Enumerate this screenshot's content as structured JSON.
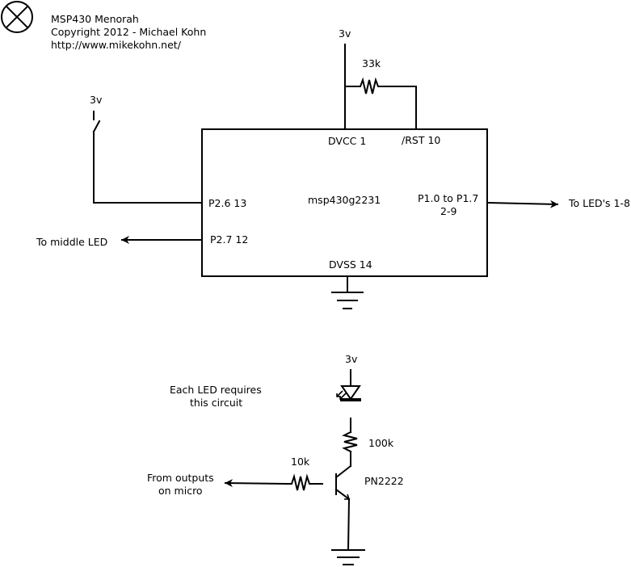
{
  "header": {
    "title": "MSP430 Menorah",
    "copyright": "Copyright 2012 - Michael Kohn",
    "url": "http://www.mikekohn.net/"
  },
  "icons": {
    "lamp": "lamp-symbol-icon",
    "ground": "ground-icon",
    "switch": "switch-icon",
    "led": "led-icon",
    "resistor": "resistor-icon",
    "transistor": "npn-transistor-icon"
  },
  "chip": {
    "name": "msp430g2231",
    "pins": {
      "dvcc": "DVCC 1",
      "rst": "/RST 10",
      "p26": "P2.6 13",
      "p27": "P2.7 12",
      "p1_line1": "P1.0 to P1.7",
      "p1_line2": "2-9",
      "dvss": "DVSS 14"
    }
  },
  "labels": {
    "supply_top": "3v",
    "resistor_pullup": "33k",
    "supply_switch": "3v",
    "to_leds": "To LED's 1-8",
    "to_middle": "To middle LED",
    "supply_led": "3v",
    "note_line1": "Each LED requires",
    "note_line2": "this circuit",
    "resistor_led": "100k",
    "resistor_base": "10k",
    "transistor": "PN2222",
    "from_line1": "From outputs",
    "from_line2": "on micro"
  }
}
